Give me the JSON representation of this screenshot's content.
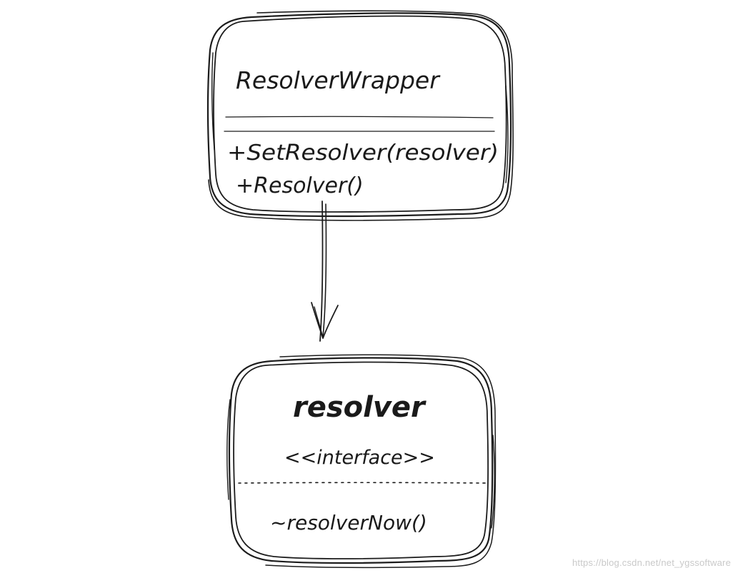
{
  "diagram": {
    "wrapper_class": {
      "name": "ResolverWrapper",
      "methods": [
        "+SetResolver(resolver)",
        "+Resolver()"
      ]
    },
    "resolver_interface": {
      "name": "resolver",
      "stereotype": "<<interface>>",
      "methods": [
        "~resolverNow()"
      ]
    }
  },
  "watermark": "https://blog.csdn.net/net_ygssoftware"
}
